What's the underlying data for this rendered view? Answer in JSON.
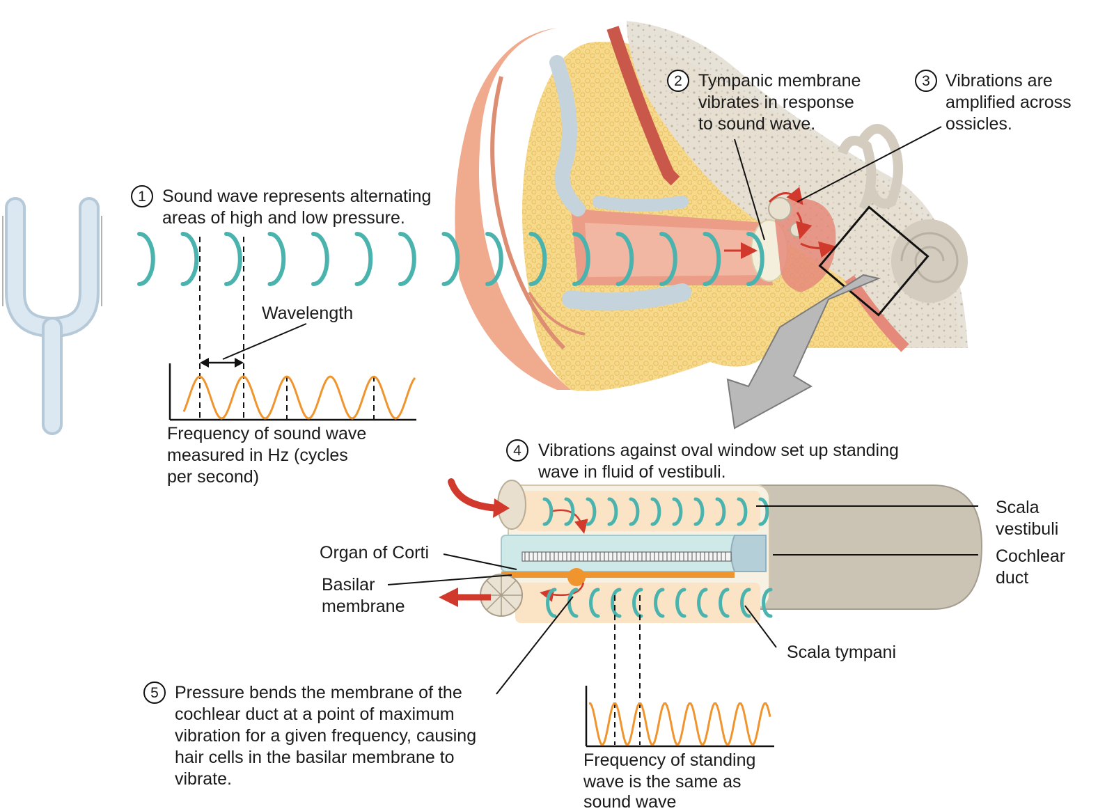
{
  "steps": [
    {
      "number": "1",
      "lines": [
        "Sound wave represents alternating",
        "areas of high and low pressure."
      ]
    },
    {
      "number": "2",
      "lines": [
        "Tympanic membrane",
        "vibrates in response",
        "to sound wave."
      ]
    },
    {
      "number": "3",
      "lines": [
        "Vibrations are",
        "amplified across",
        "ossicles."
      ]
    },
    {
      "number": "4",
      "lines": [
        "Vibrations against oval window set up standing",
        "wave in fluid of vestibuli."
      ]
    },
    {
      "number": "5",
      "lines": [
        "Pressure bends the membrane of the",
        "cochlear duct at a point of maximum",
        "vibration for a given frequency, causing",
        "hair cells in the basilar membrane to",
        "vibrate."
      ]
    }
  ],
  "labels": {
    "wavelength": "Wavelength",
    "sound_freq": [
      "Frequency of sound wave",
      "measured in Hz (cycles",
      "per second)"
    ],
    "standing_freq": [
      "Frequency of standing",
      "wave is the same as",
      "sound wave"
    ],
    "organ_of_corti": "Organ of Corti",
    "basilar_membrane": [
      "Basilar",
      "membrane"
    ],
    "scala_vestibuli": [
      "Scala",
      "vestibuli"
    ],
    "cochlear_duct": [
      "Cochlear",
      "duct"
    ],
    "scala_tympani": "Scala tympani"
  },
  "colors": {
    "wave_arc": "#4bb3ad",
    "sine": "#f0952d",
    "arrow_red": "#d0392b",
    "skin": "#f3b9a0",
    "fat": "#f6d98a",
    "bone": "#e9e4dc",
    "canal": "#e98f7e",
    "cochlea_gray": "#cfc8ba",
    "fluid": "#fbe3c6",
    "duct_blue": "#cfe8e8",
    "fork": "#d6e4ef"
  }
}
